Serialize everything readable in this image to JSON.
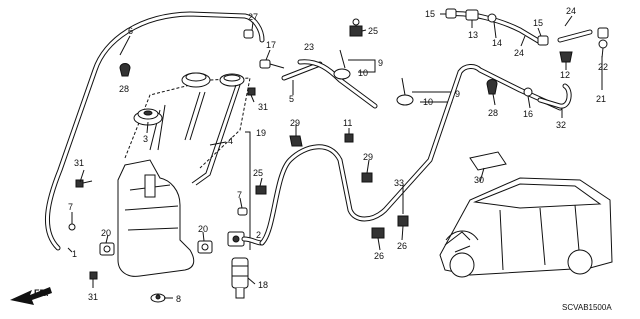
{
  "diagram_code": "SCVAB1500A",
  "direction_label": "FR.",
  "callouts": {
    "c1": "1",
    "c2": "2",
    "c3": "3",
    "c4": "4",
    "c5": "5",
    "c6": "6",
    "c7a": "7",
    "c7b": "7",
    "c8": "8",
    "c9a": "9",
    "c9b": "9",
    "c10a": "10",
    "c10b": "10",
    "c11": "11",
    "c12": "12",
    "c13": "13",
    "c14": "14",
    "c15a": "15",
    "c15b": "15",
    "c16": "16",
    "c17": "17",
    "c18": "18",
    "c19": "19",
    "c20a": "20",
    "c20b": "20",
    "c21": "21",
    "c22": "22",
    "c23": "23",
    "c24a": "24",
    "c24b": "24",
    "c25a": "25",
    "c25b": "25",
    "c26a": "26",
    "c26b": "26",
    "c27": "27",
    "c28a": "28",
    "c28b": "28",
    "c29a": "29",
    "c29b": "29",
    "c30": "30",
    "c31a": "31",
    "c31b": "31",
    "c31c": "31",
    "c32": "32",
    "c33": "33"
  }
}
